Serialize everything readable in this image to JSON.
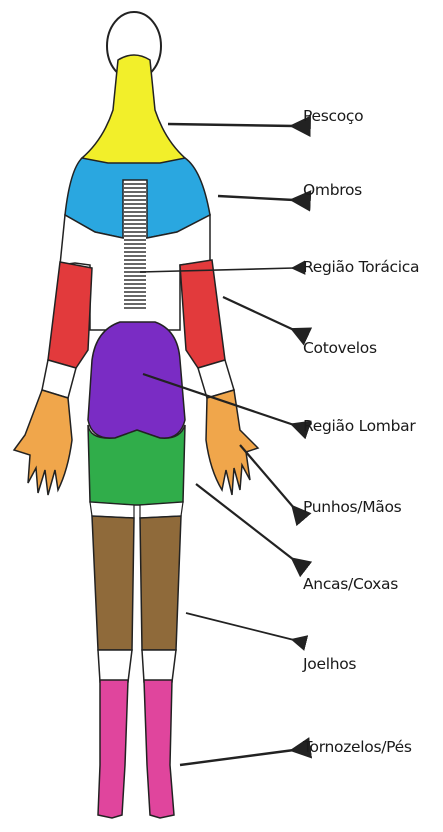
{
  "labels": {
    "pescoco": "Pescoço",
    "ombros": "Ombros",
    "regiao_toracica": "Região Torácica",
    "cotovelos": "Cotovelos",
    "regiao_lombar": "Região Lombar",
    "punhos_maos": "Punhos/Mãos",
    "ancas_coxas": "Ancas/Coxas",
    "joelhos": "Joelhos",
    "tornozelos_pes": "Tornozelos/Pés"
  },
  "colors": {
    "pescoco": "#f2ef2a",
    "ombros": "#2aa7e0",
    "cotovelos": "#e23a3c",
    "regiao_lombar": "#7a2cc4",
    "punhos_maos": "#f0a64b",
    "ancas_coxas": "#30ad4a",
    "joelhos_coxa": "#8f6a3a",
    "tornozelos_pes": "#e0459d",
    "outline": "#222222",
    "spine": "#666666"
  }
}
